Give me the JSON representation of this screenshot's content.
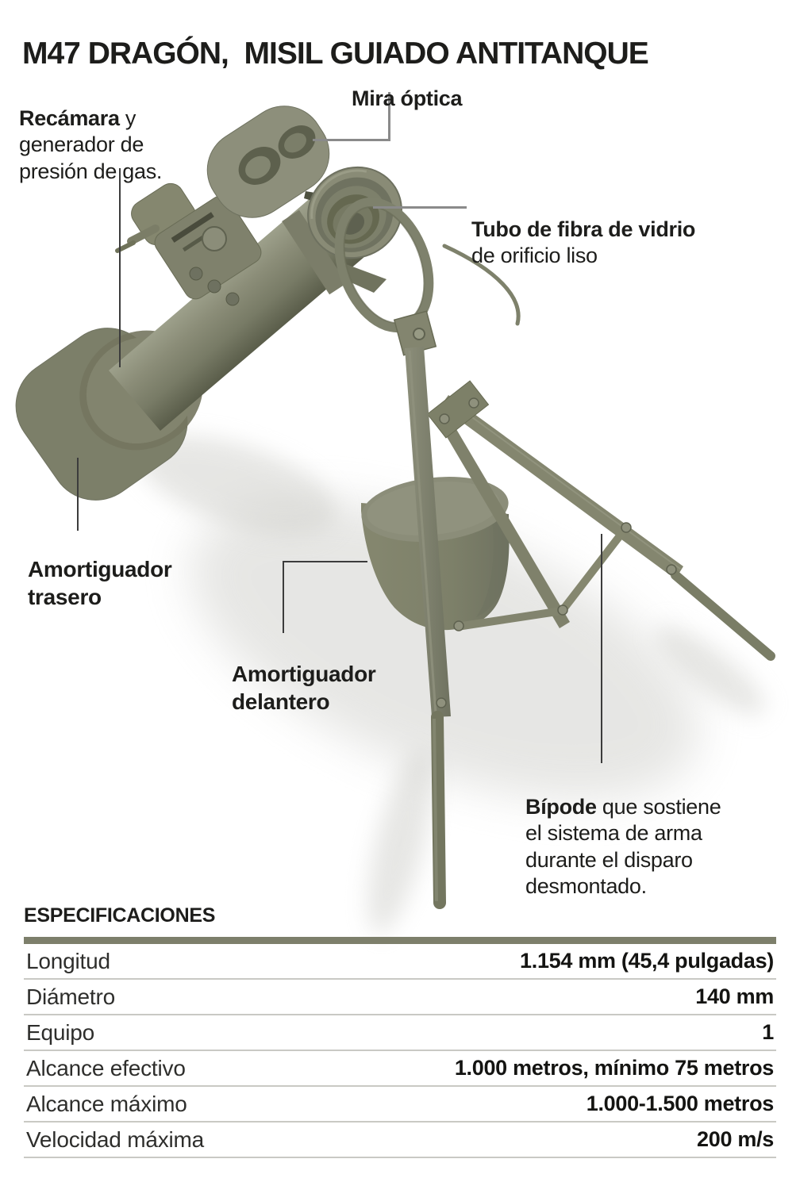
{
  "title": "M47 DRAGÓN,  MISIL GUIADO ANTITANQUE",
  "callouts": {
    "mira_optica": {
      "label": "Mira óptica"
    },
    "recamara": {
      "bold": "Recámara",
      "rest": " y generador de presión de gas."
    },
    "tubo": {
      "bold": "Tubo de fibra de vidrio",
      "rest": " de orificio liso"
    },
    "amortiguador_trasero": {
      "label": "Amortiguador trasero"
    },
    "amortiguador_delantero": {
      "label": "Amortiguador delantero"
    },
    "bipode": {
      "bold": "Bípode",
      "rest": " que sostiene el sistema de arma durante el disparo desmontado."
    }
  },
  "specs": {
    "heading": "ESPECIFICACIONES",
    "rows": [
      {
        "label": "Longitud",
        "value": "1.154 mm (45,4 pulgadas)"
      },
      {
        "label": "Diámetro",
        "value": "140 mm"
      },
      {
        "label": "Equipo",
        "value": "1"
      },
      {
        "label": "Alcance efectivo",
        "value": "1.000 metros, mínimo 75 metros"
      },
      {
        "label": "Alcance máximo",
        "value": "1.000-1.500 metros"
      },
      {
        "label": "Velocidad máxima",
        "value": "200 m/s"
      }
    ]
  },
  "palette": {
    "body_olive": "#8a8c79",
    "olive_light": "#9b9d8a",
    "olive_dark": "#62654f",
    "specs_bar": "#7d7f6b",
    "callout_line_gray": "#8a8a8a",
    "callout_line_dark": "#3c3c3c",
    "text": "#1d1d1b"
  }
}
